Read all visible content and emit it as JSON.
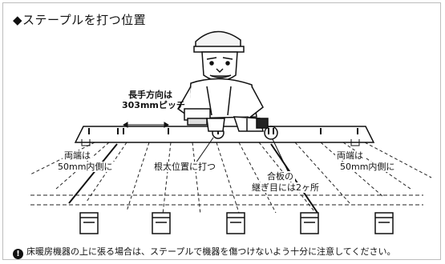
{
  "title": "◆ステープルを打つ位置",
  "labels": {
    "long_direction": "長手方向は",
    "pitch": "303mmピッチ",
    "left_edge_1": "両端は",
    "left_edge_2": "50mm内側に",
    "joist": "根太位置に打つ",
    "plywood_1": "合板の",
    "plywood_2": "継ぎ目には2ヶ所",
    "right_edge_1": "両端は",
    "right_edge_2": "50mm内側に"
  },
  "note": {
    "icon": "exclamation-icon",
    "text": "床暖房機器の上に張る場合は、ステープルで機器を傷つけないよう十分に注意してください。"
  }
}
